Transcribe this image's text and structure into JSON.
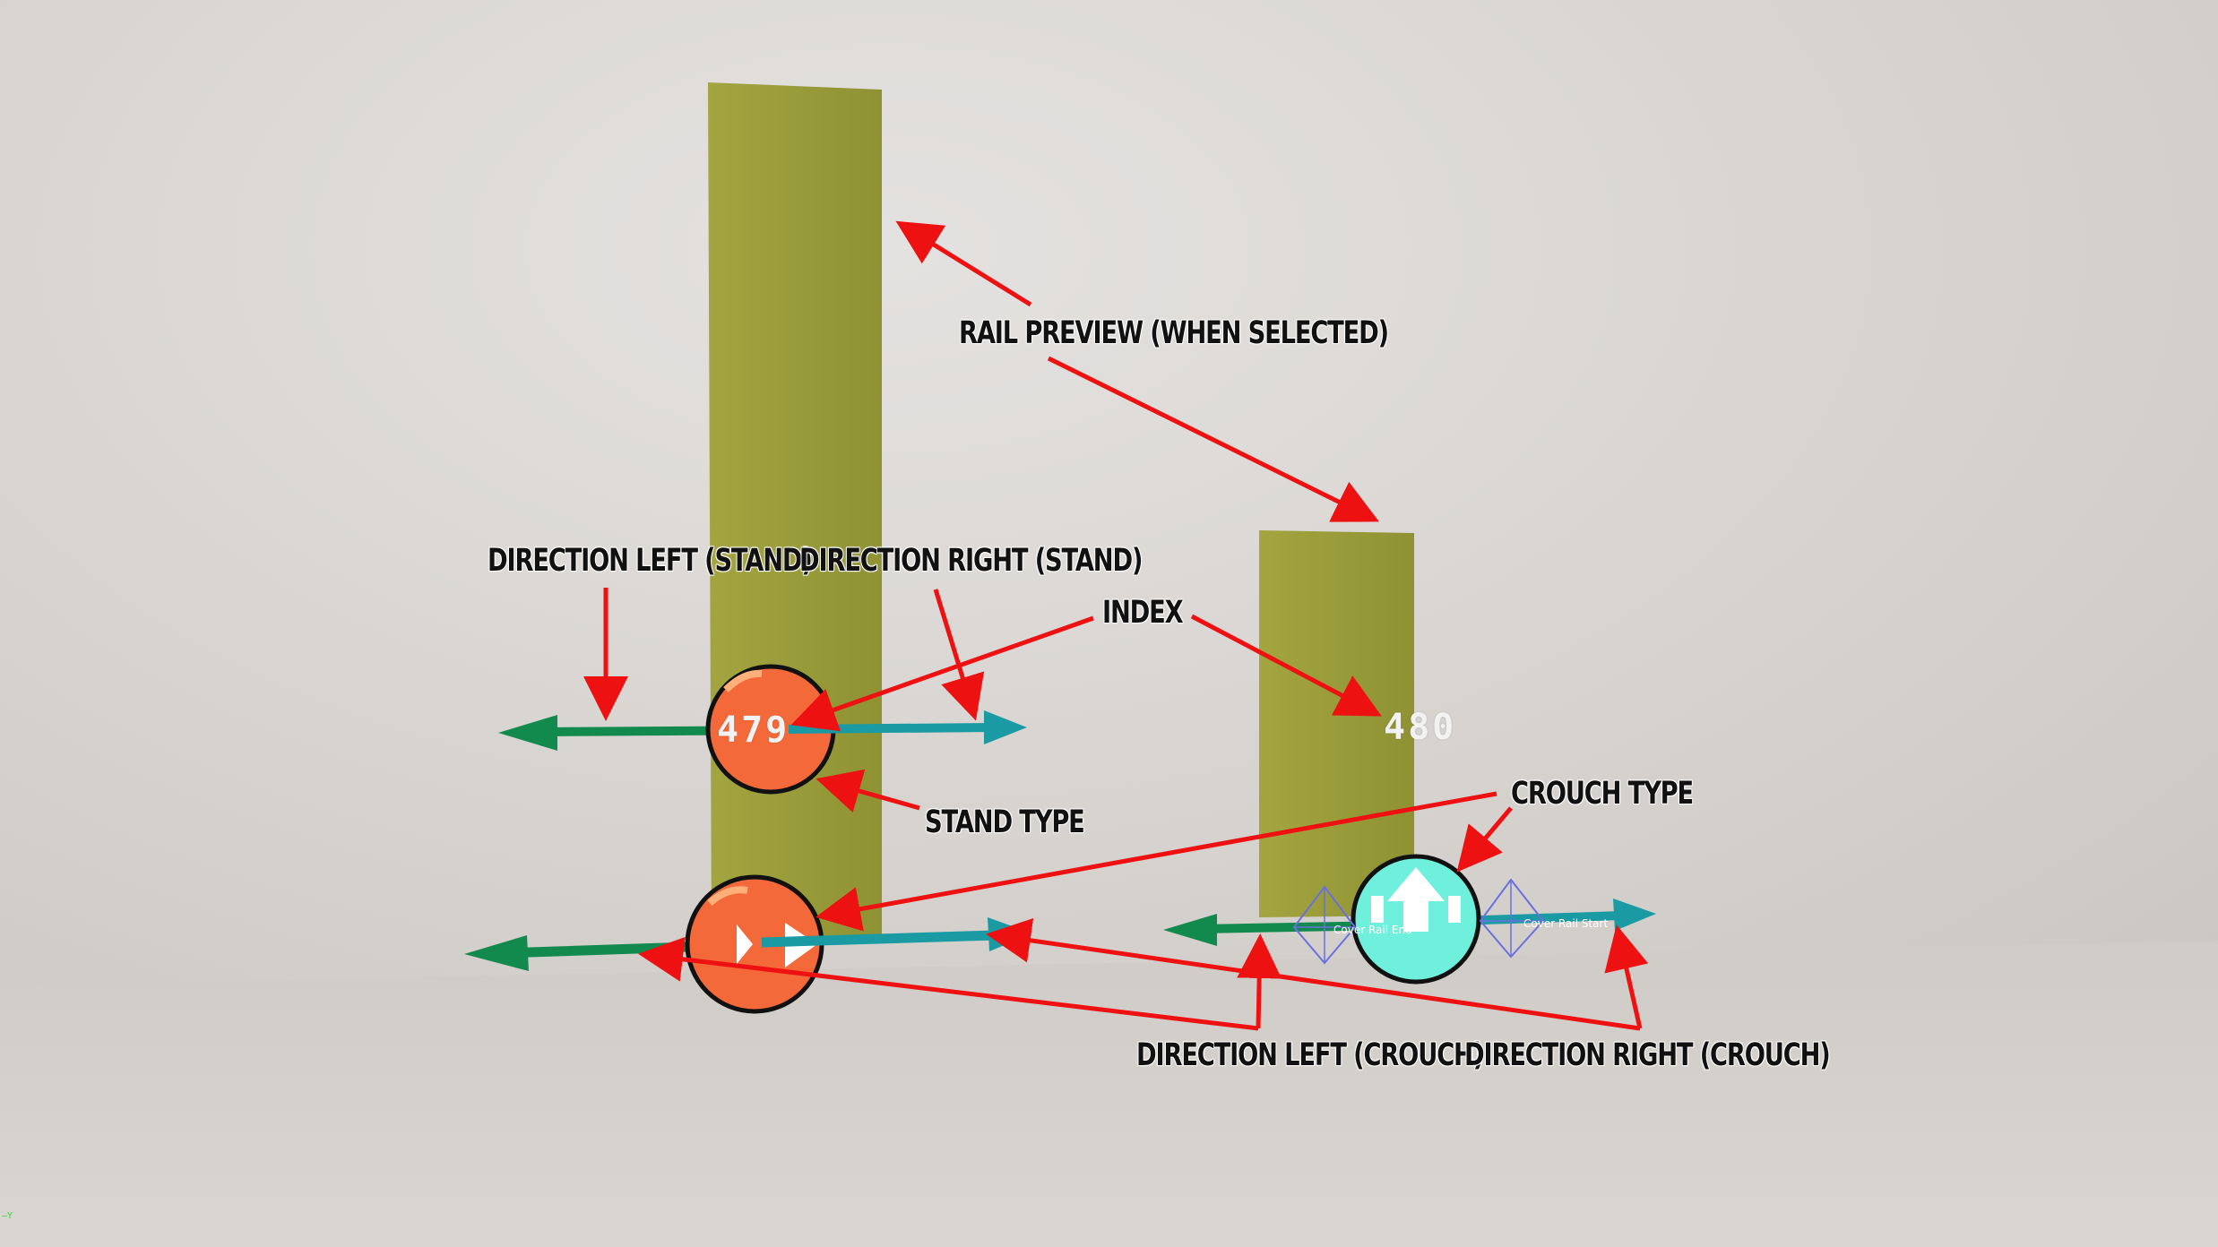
{
  "annotations": {
    "rail_preview": "RAIL PREVIEW (WHEN SELECTED)",
    "direction_left_stand": "DIRECTION LEFT (STAND)",
    "direction_right_stand": "DIRECTION RIGHT (STAND)",
    "index": "INDEX",
    "stand_type": "STAND TYPE",
    "crouch_type": "CROUCH TYPE",
    "direction_left_crouch": "DIRECTION LEFT (CROUCH)",
    "direction_right_crouch": "DIRECTION RIGHT (CROUCH)"
  },
  "indices": {
    "left": "479",
    "right": "480"
  },
  "widget_labels": {
    "rail_end": "Cover Rail End",
    "rail_start": "Cover Rail Start"
  },
  "axis_hint": "—Y",
  "colors": {
    "rail": "#9a9c3a",
    "stand_sphere": "#f4693a",
    "crouch_sphere": "#6ff0dc",
    "arrow_left": "#138a4d",
    "arrow_right": "#1a9aa3",
    "callout_arrow": "#ee1111"
  }
}
